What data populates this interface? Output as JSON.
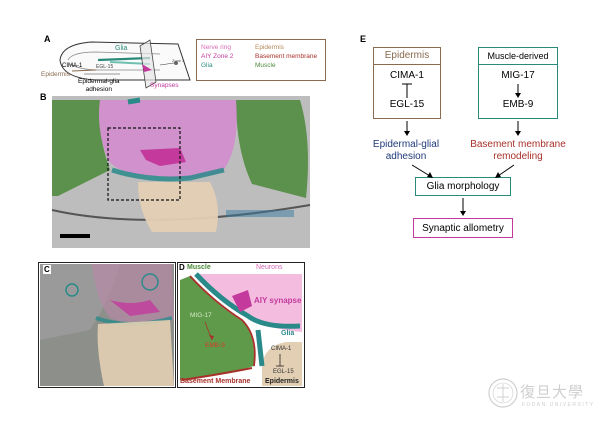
{
  "panel_labels": {
    "a": "A",
    "b": "B",
    "c": "C",
    "d": "D",
    "e": "E"
  },
  "panelA": {
    "glia": "Glia",
    "cima1": "CIMA-1",
    "egl15": "EGL-15",
    "epidermis": "Epidermis",
    "adhesion": "Epidermal-glia\nadhesion",
    "synapses": "Synapses",
    "zone": "Zone 2"
  },
  "legend": {
    "nerve_ring": "Nerve ring",
    "aiy": "AIY Zone 2",
    "glia": "Glia",
    "epidermis": "Epidermis",
    "basement": "Basement membrane",
    "muscle": "Muscle"
  },
  "panelD": {
    "muscle": "Muscle",
    "neurons": "Neurons",
    "mig17": "MIG-17",
    "emb9": "EMB-9",
    "aiy_synapse": "AIY synapse",
    "glia": "Glia",
    "cima1": "CIMA-1",
    "egl15": "EGL-15",
    "basement": "Basement Membrane",
    "epidermis": "Epidermis"
  },
  "panelE": {
    "epidermis_header": "Epidermis",
    "cima1": "CIMA-1",
    "egl15": "EGL-15",
    "muscle_header": "Muscle-derived",
    "mig17": "MIG-17",
    "emb9": "EMB-9",
    "adhesion": "Epidermal-glial\nadhesion",
    "remodeling": "Basement membrane\nremodeling",
    "glia_morphology": "Glia morphology",
    "synaptic": "Synaptic allometry"
  },
  "watermark": {
    "cn": "復旦大學",
    "en": "FUDAN UNIVERSITY"
  },
  "colors": {
    "brown": "#8b6a4e",
    "teal": "#2a8a7a",
    "magenta": "#c33a9c",
    "navy": "#1f3a7a",
    "red": "#a8312a",
    "muscle": "#4b8a3a",
    "neuron": "#e8a6d6",
    "epi": "#e3cfb3"
  }
}
